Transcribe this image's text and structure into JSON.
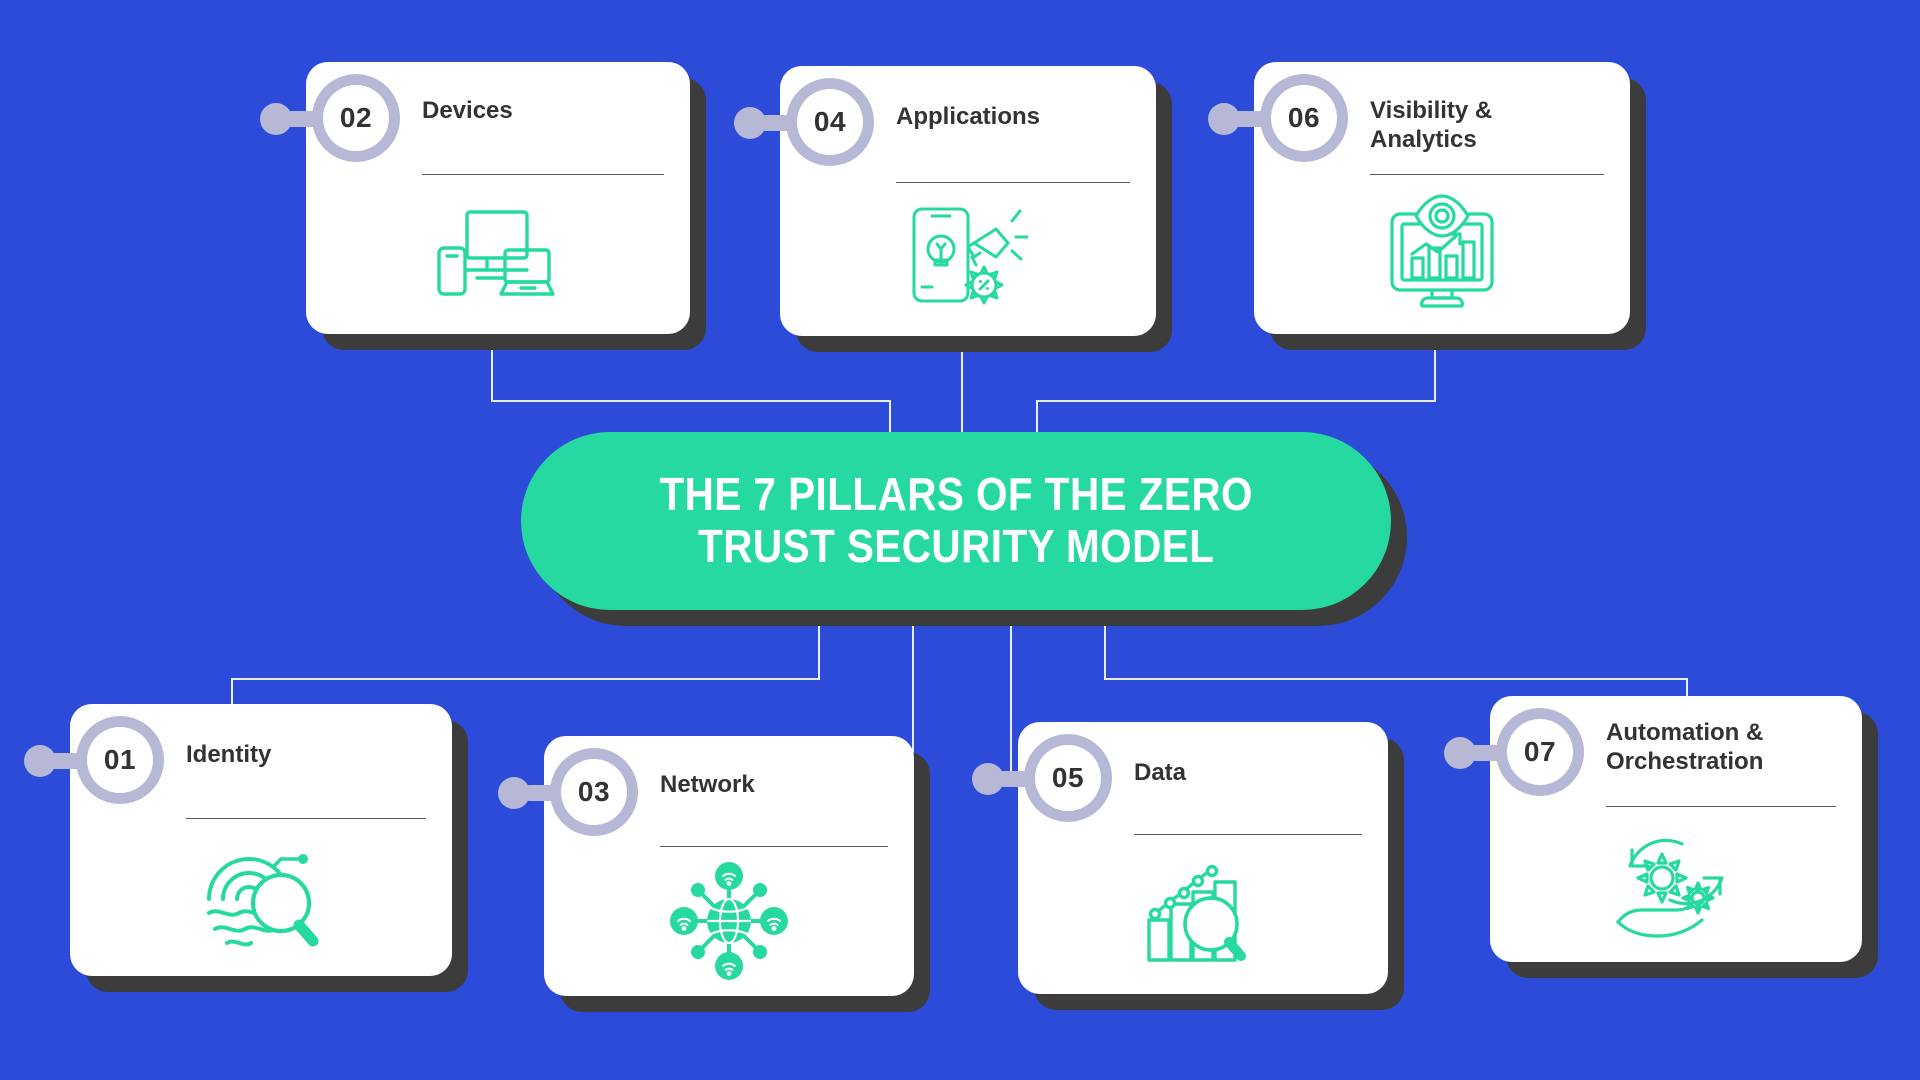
{
  "theme": {
    "background": "#2c4bd8",
    "accent_green": "#26d9a0",
    "card_background": "#ffffff",
    "shadow": "#3c3c3c",
    "badge": "#b6b8d6",
    "title_text": "#333333",
    "center_text": "#ffffff",
    "connector": "#e8ecfb"
  },
  "center": {
    "title": "THE 7 PILLARS OF THE ZERO\nTRUST SECURITY MODEL"
  },
  "cards": [
    {
      "number": "01",
      "title": "Identity",
      "icon": "fingerprint-magnifier-icon"
    },
    {
      "number": "02",
      "title": "Devices",
      "icon": "devices-icon"
    },
    {
      "number": "03",
      "title": "Network",
      "icon": "network-globe-icon"
    },
    {
      "number": "04",
      "title": "Applications",
      "icon": "application-phone-icon"
    },
    {
      "number": "05",
      "title": "Data",
      "icon": "data-chart-magnifier-icon"
    },
    {
      "number": "06",
      "title": "Visibility & Analytics",
      "icon": "monitor-eye-analytics-icon"
    },
    {
      "number": "07",
      "title": "Automation & Orchestration",
      "icon": "gears-hand-icon"
    }
  ]
}
